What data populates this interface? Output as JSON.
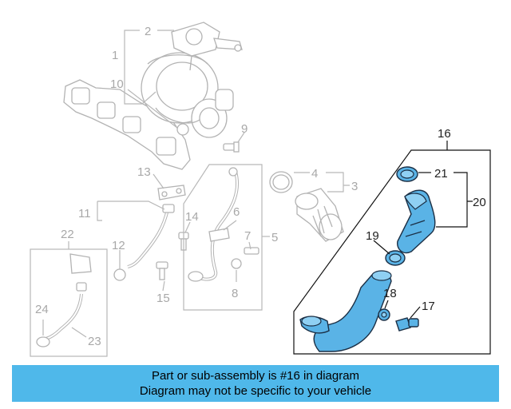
{
  "callouts": {
    "c1": "1",
    "c2": "2",
    "c3": "3",
    "c4": "4",
    "c5": "5",
    "c6": "6",
    "c7": "7",
    "c8": "8",
    "c9": "9",
    "c10": "10",
    "c11": "11",
    "c12": "12",
    "c13": "13",
    "c14": "14",
    "c15": "15",
    "c16": "16",
    "c17": "17",
    "c18": "18",
    "c19": "19",
    "c20": "20",
    "c21": "21",
    "c22": "22",
    "c23": "23",
    "c24": "24"
  },
  "highlight_color": "#5ab3e6",
  "caption": {
    "line1": "Part or sub-assembly is #16 in diagram",
    "line2": "Diagram may not be specific to your vehicle",
    "background": "#4fb8ea"
  }
}
